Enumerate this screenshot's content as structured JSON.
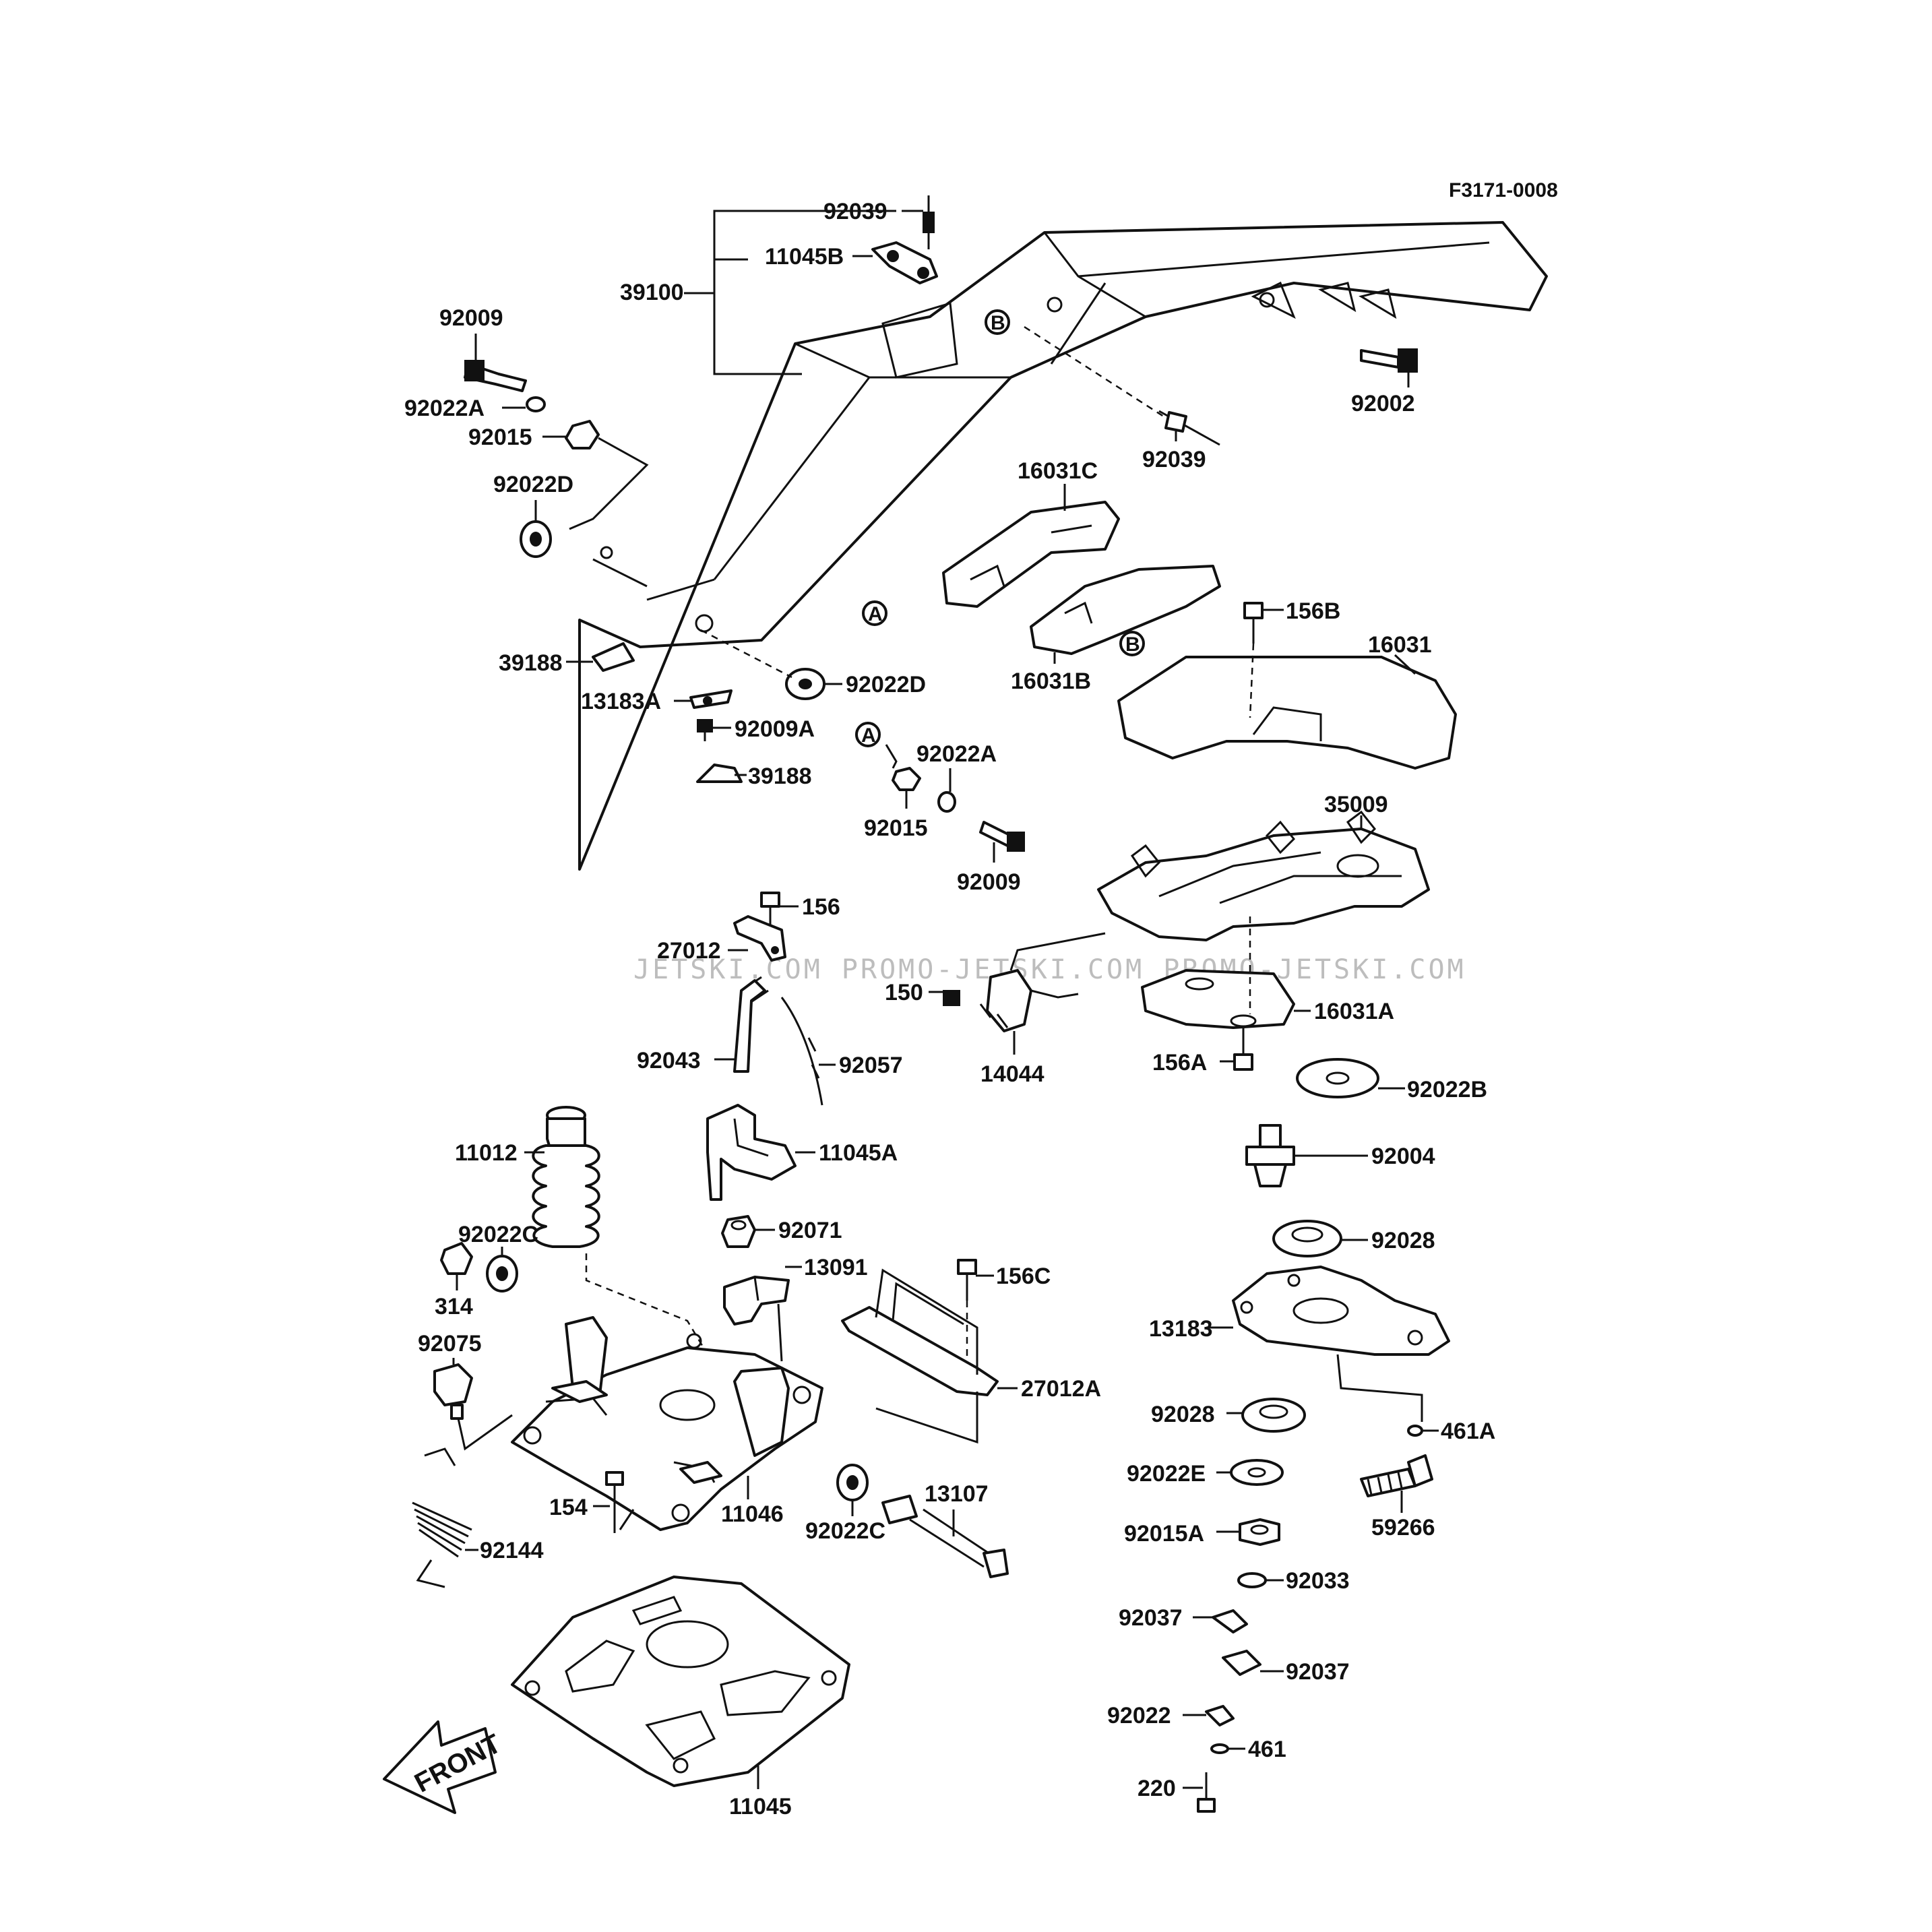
{
  "diagram_code": "F3171-0008",
  "watermark": "JETSKI.COM PROMO-JETSKI.COM PROMO-JETSKI.COM",
  "front_label": "FRONT",
  "callouts": {
    "a": "A",
    "b": "B"
  },
  "labels": {
    "p92039_top": "92039",
    "p11045B": "11045B",
    "p39100": "39100",
    "p92009_left": "92009",
    "p92022A_left": "92022A",
    "p92015_left": "92015",
    "p92022D_left": "92022D",
    "p92002": "92002",
    "p92039_mid": "92039",
    "p16031C": "16031C",
    "p156B": "156B",
    "p16031": "16031",
    "p16031B": "16031B",
    "p39188_a": "39188",
    "p92022D_bot": "92022D",
    "p13183A": "13183A",
    "p92009A": "92009A",
    "p39188_b": "39188",
    "p92022A_mid": "92022A",
    "p92015_mid": "92015",
    "p92009_mid": "92009",
    "p35009": "35009",
    "p156": "156",
    "p27012": "27012",
    "p150": "150",
    "p16031A": "16031A",
    "p92043": "92043",
    "p92057": "92057",
    "p14044": "14044",
    "p156A": "156A",
    "p92022B": "92022B",
    "p11012": "11012",
    "p11045A": "11045A",
    "p92004": "92004",
    "p92022C_left": "92022C",
    "p92071": "92071",
    "p92028_top": "92028",
    "p13091": "13091",
    "p156C": "156C",
    "p314": "314",
    "p13183": "13183",
    "p92075": "92075",
    "p27012A": "27012A",
    "p92028_bot": "92028",
    "p461A": "461A",
    "p154": "154",
    "p13107": "13107",
    "p92022E": "92022E",
    "p59266": "59266",
    "p92022C_bot": "92022C",
    "p11046": "11046",
    "p92015A": "92015A",
    "p92144": "92144",
    "p92033": "92033",
    "p92037_a": "92037",
    "p92037_b": "92037",
    "p92022": "92022",
    "p461": "461",
    "p220": "220",
    "p11045": "11045"
  }
}
